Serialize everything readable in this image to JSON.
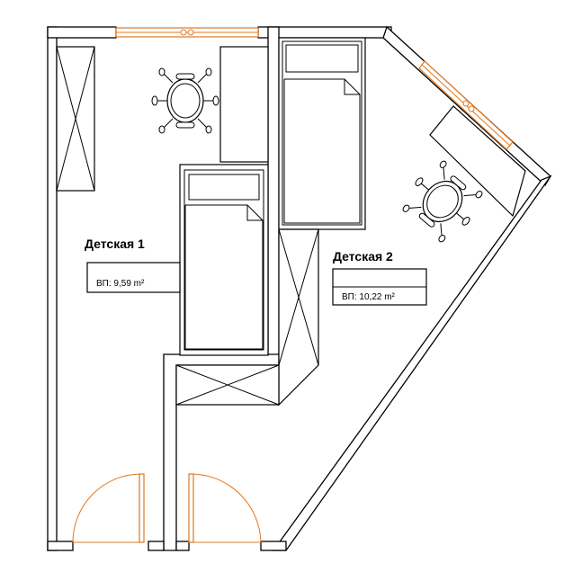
{
  "plan": {
    "colors": {
      "wall": "#000000",
      "wall_fill": "#ffffff",
      "opening": "#e07820",
      "furniture": "#000000"
    },
    "rooms": [
      {
        "id": "room-1",
        "name": "Детская 1",
        "area_label": "ВП: 9,59 m²"
      },
      {
        "id": "room-2",
        "name": "Детская 2",
        "area_label": "ВП: 10,22 m²"
      }
    ],
    "furniture": [
      "wardrobe",
      "desk",
      "office-chair",
      "bed",
      "bed",
      "wardrobe",
      "corner-desk",
      "office-chair"
    ],
    "openings": [
      "window",
      "window",
      "door",
      "door"
    ]
  }
}
